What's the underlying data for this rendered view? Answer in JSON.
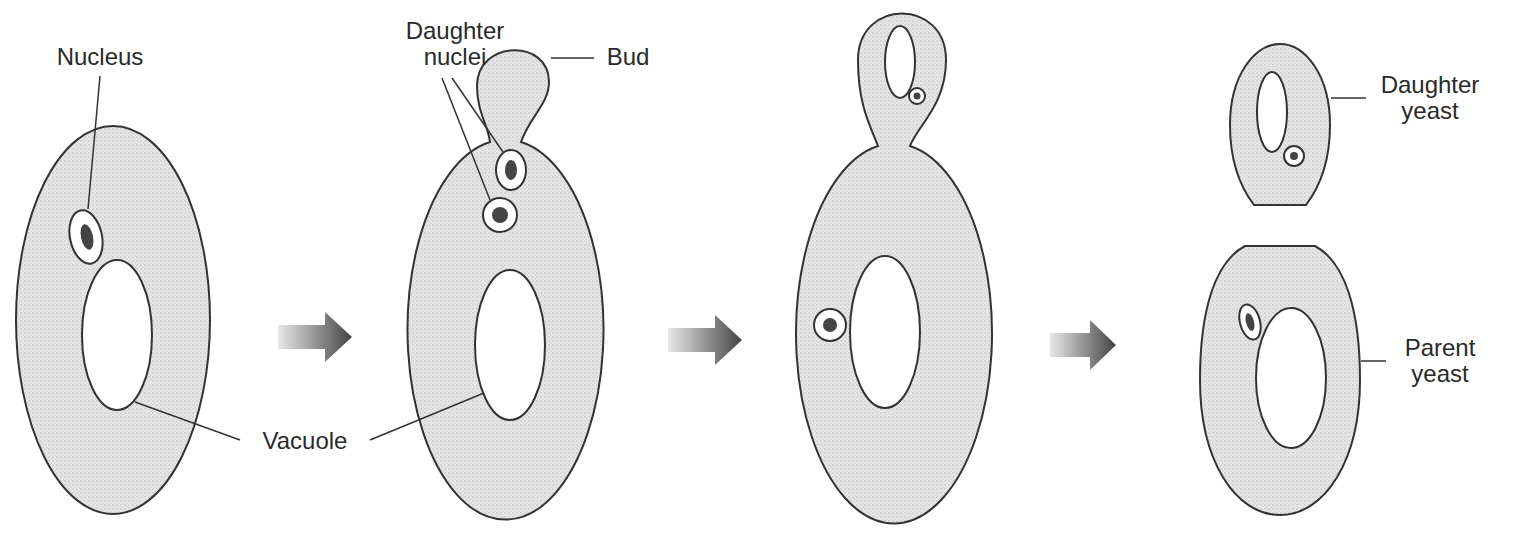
{
  "diagram": {
    "labels": [
      "Nucleus",
      "Daughter nuclei",
      "Bud",
      "Vacuole",
      "Daughter yeast",
      "Parent yeast"
    ]
  }
}
